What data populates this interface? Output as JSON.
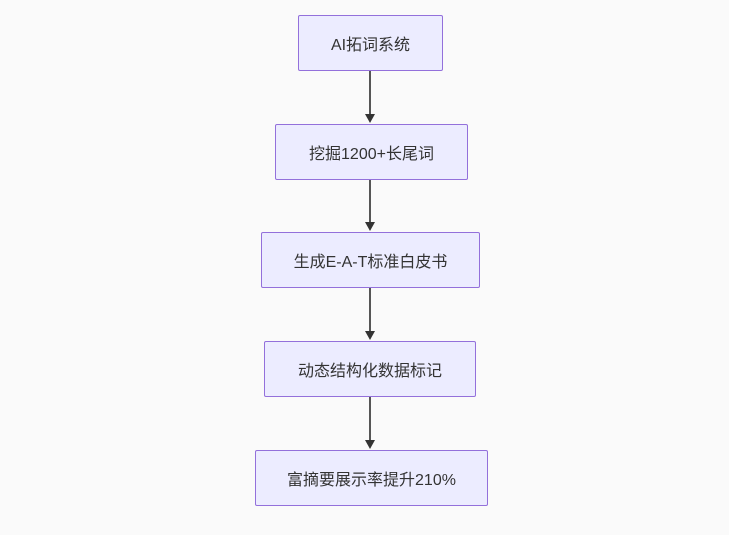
{
  "diagram": {
    "type": "flowchart",
    "direction": "top-down",
    "style": {
      "page_background": "#fafafa",
      "node_fill": "#ececff",
      "node_border": "#9370db",
      "text_color": "#333333",
      "edge_color": "#555555",
      "arrowhead_color": "#333333"
    },
    "nodes": [
      {
        "id": "n1",
        "label": "AI拓词系统"
      },
      {
        "id": "n2",
        "label": "挖掘1200+长尾词"
      },
      {
        "id": "n3",
        "label": "生成E-A-T标准白皮书"
      },
      {
        "id": "n4",
        "label": "动态结构化数据标记"
      },
      {
        "id": "n5",
        "label": "富摘要展示率提升210%"
      }
    ],
    "edges": [
      {
        "from": "n1",
        "to": "n2",
        "arrowhead": "triangle-down"
      },
      {
        "from": "n2",
        "to": "n3",
        "arrowhead": "triangle-down"
      },
      {
        "from": "n3",
        "to": "n4",
        "arrowhead": "triangle-down"
      },
      {
        "from": "n4",
        "to": "n5",
        "arrowhead": "triangle-down"
      }
    ]
  }
}
